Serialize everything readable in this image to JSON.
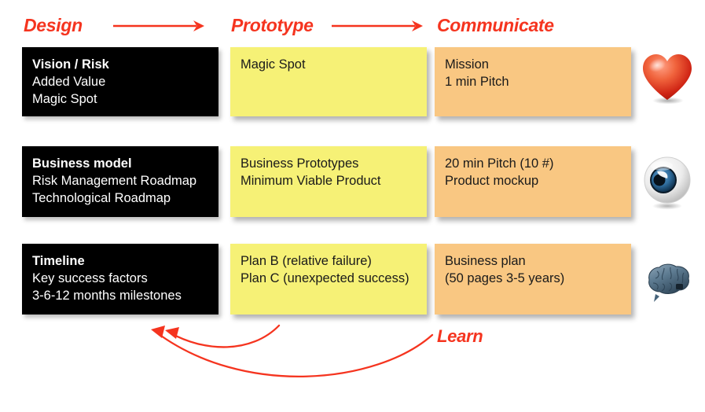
{
  "palette": {
    "accent_red": "#f5341f",
    "card_black": "#000000",
    "card_yellow": "#f6f176",
    "card_orange": "#f9c782",
    "text_on_black": "#ffffff",
    "text_on_card": "#1a1a1a",
    "background": "#ffffff"
  },
  "headers": {
    "design": "Design",
    "prototype": "Prototype",
    "communicate": "Communicate"
  },
  "arrows": {
    "design_to_prototype": "arrow-right-icon",
    "prototype_to_communicate": "arrow-right-icon",
    "feedback_short": "curved-arrow-left-icon",
    "feedback_long": "curved-arrow-left-icon"
  },
  "rows": [
    {
      "design": {
        "color": "black",
        "lines": [
          {
            "text": "Vision / Risk",
            "bold": true
          },
          {
            "text": "Added Value",
            "bold": false
          },
          {
            "text": "Magic Spot",
            "bold": false
          }
        ]
      },
      "prototype": {
        "color": "yellow",
        "lines": [
          {
            "text": "Magic Spot",
            "bold": false
          }
        ]
      },
      "communicate": {
        "color": "orange",
        "lines": [
          {
            "text": "Mission",
            "bold": false
          },
          {
            "text": "1 min Pitch",
            "bold": false
          }
        ]
      },
      "icon": {
        "name": "heart-icon",
        "label": "Heart"
      }
    },
    {
      "design": {
        "color": "black",
        "lines": [
          {
            "text": "Business model",
            "bold": true
          },
          {
            "text": "Risk Management Roadmap",
            "bold": false
          },
          {
            "text": "Technological Roadmap",
            "bold": false
          }
        ]
      },
      "prototype": {
        "color": "yellow",
        "lines": [
          {
            "text": "Business Prototypes",
            "bold": false
          },
          {
            "text": "Minimum Viable Product",
            "bold": false
          }
        ]
      },
      "communicate": {
        "color": "orange",
        "lines": [
          {
            "text": "20 min Pitch (10 #)",
            "bold": false
          },
          {
            "text": "Product mockup",
            "bold": false
          }
        ]
      },
      "icon": {
        "name": "eye-icon",
        "label": "Eye"
      }
    },
    {
      "design": {
        "color": "black",
        "lines": [
          {
            "text": "Timeline",
            "bold": true
          },
          {
            "text": "Key success factors",
            "bold": false
          },
          {
            "text": "3-6-12 months milestones",
            "bold": false
          }
        ]
      },
      "prototype": {
        "color": "yellow",
        "lines": [
          {
            "text": "Plan B (relative failure)",
            "bold": false
          },
          {
            "text": "Plan C (unexpected success)",
            "bold": false
          }
        ]
      },
      "communicate": {
        "color": "orange",
        "lines": [
          {
            "text": "Business plan",
            "bold": false
          },
          {
            "text": "(50 pages 3-5 years)",
            "bold": false
          }
        ]
      },
      "icon": {
        "name": "brain-icon",
        "label": "Brain"
      }
    }
  ],
  "learn": {
    "label": "Learn"
  }
}
